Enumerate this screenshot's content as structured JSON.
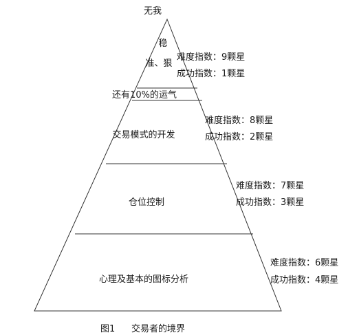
{
  "apex_label": "无我",
  "top_section": {
    "line1": "稳",
    "line2": "准、狠",
    "luck_band": "还有10%的运气"
  },
  "layers": [
    {
      "label": "",
      "difficulty": "难度指数：9颗星",
      "success": "成功指数：1颗星"
    },
    {
      "label": "交易模式的开发",
      "difficulty": "难度指数：8颗星",
      "success": "成功指数：2颗星"
    },
    {
      "label": "仓位控制",
      "difficulty": "难度指数：7颗星",
      "success": "成功指数：3颗星"
    },
    {
      "label": "心理及基本的图标分析",
      "difficulty": "难度指数：6颗星",
      "success": "成功指数：4颗星"
    }
  ],
  "caption": {
    "number": "图1",
    "text": "交易者的境界"
  }
}
